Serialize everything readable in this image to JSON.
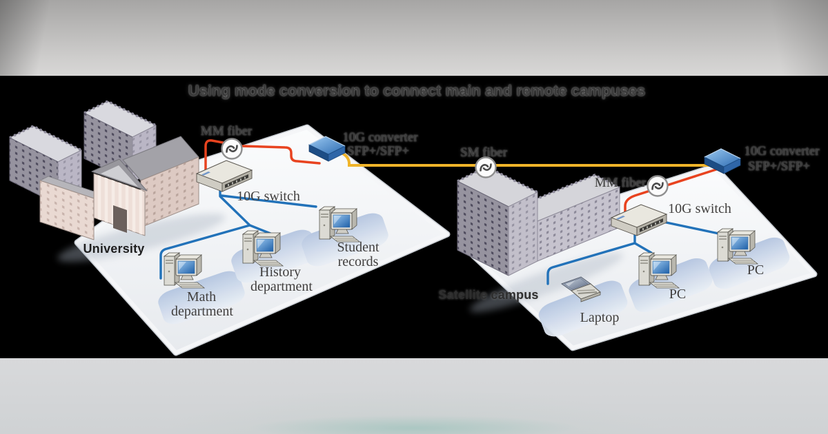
{
  "title": "Using mode conversion to connect main and remote campuses",
  "colors": {
    "mm_fiber_cable": "#e8431f",
    "sm_fiber_cable": "#f0b429",
    "lan_cable": "#2272b9",
    "converter_box": "#3a77c2",
    "band_background": "#000000"
  },
  "icons": {
    "fiber_coupler": "circle-with-coupling-squiggle",
    "switch": "isometric-rack-switch",
    "converter": "isometric-blue-media-converter",
    "pc": "desktop-computer",
    "laptop": "open-laptop"
  },
  "left_campus": {
    "name": "University",
    "switch_label": "10G switch",
    "fiber_label": "MM fiber",
    "converter_line1": "10G converter",
    "converter_line2": "SFP+/SFP+",
    "nodes": [
      {
        "line1": "Math",
        "line2": "department"
      },
      {
        "line1": "History",
        "line2": "department"
      },
      {
        "line1": "Student",
        "line2": "records"
      }
    ]
  },
  "backbone": {
    "fiber_label": "SM fiber"
  },
  "right_campus": {
    "name": "Satellite campus",
    "switch_label": "10G switch",
    "fiber_label": "MM fiber",
    "converter_line1": "10G converter",
    "converter_line2": "SFP+/SFP+",
    "nodes": [
      {
        "label": "Laptop"
      },
      {
        "label": "PC"
      },
      {
        "label": "PC"
      }
    ]
  }
}
